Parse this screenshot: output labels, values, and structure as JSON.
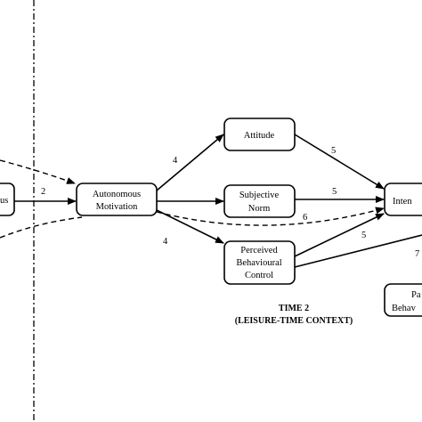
{
  "diagram": {
    "nodes": {
      "left_partial": "us",
      "autonomous_motivation": [
        "Autonomous",
        "Motivation"
      ],
      "attitude": [
        "Attitude"
      ],
      "subjective_norm": [
        "Subjective",
        "Norm"
      ],
      "pbc": [
        "Perceived",
        "Behavioural",
        "Control"
      ],
      "intention_partial": "Inten",
      "past_behaviour_partial": [
        "Pa",
        "Behav"
      ]
    },
    "edge_labels": {
      "left_to_am": "2",
      "am_to_attitude": "4",
      "am_to_pbc": "4",
      "attitude_to_intention": "5",
      "norm_to_intention": "5",
      "am_to_intention_dashed": "6",
      "pbc_to_intention": "5",
      "pbc_to_right": "7"
    },
    "caption": {
      "line1": "TIME 2",
      "line2": "(LEISURE-TIME CONTEXT)"
    }
  }
}
